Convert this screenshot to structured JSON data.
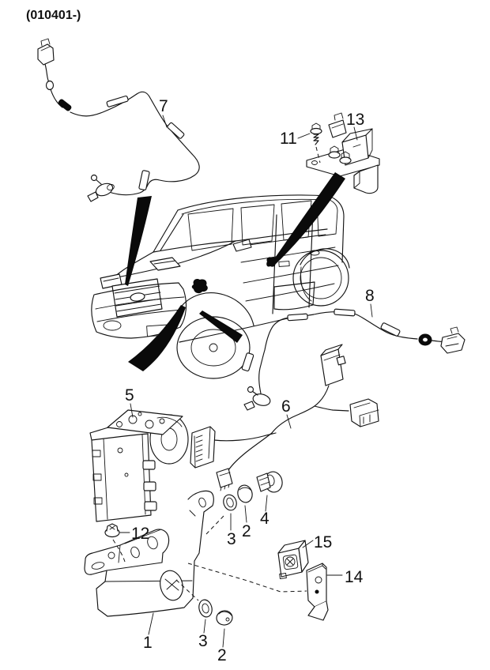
{
  "page": {
    "catalog_code": "(010401-)"
  },
  "callouts": {
    "part7": "7",
    "part11": "11",
    "part13": "13",
    "part8": "8",
    "part5": "5",
    "part6": "6",
    "part12": "12",
    "part3_upper": "3",
    "part2_upper": "2",
    "part4": "4",
    "part1": "1",
    "part3_lower": "3",
    "part2_lower": "2",
    "part15": "15",
    "part14": "14"
  }
}
